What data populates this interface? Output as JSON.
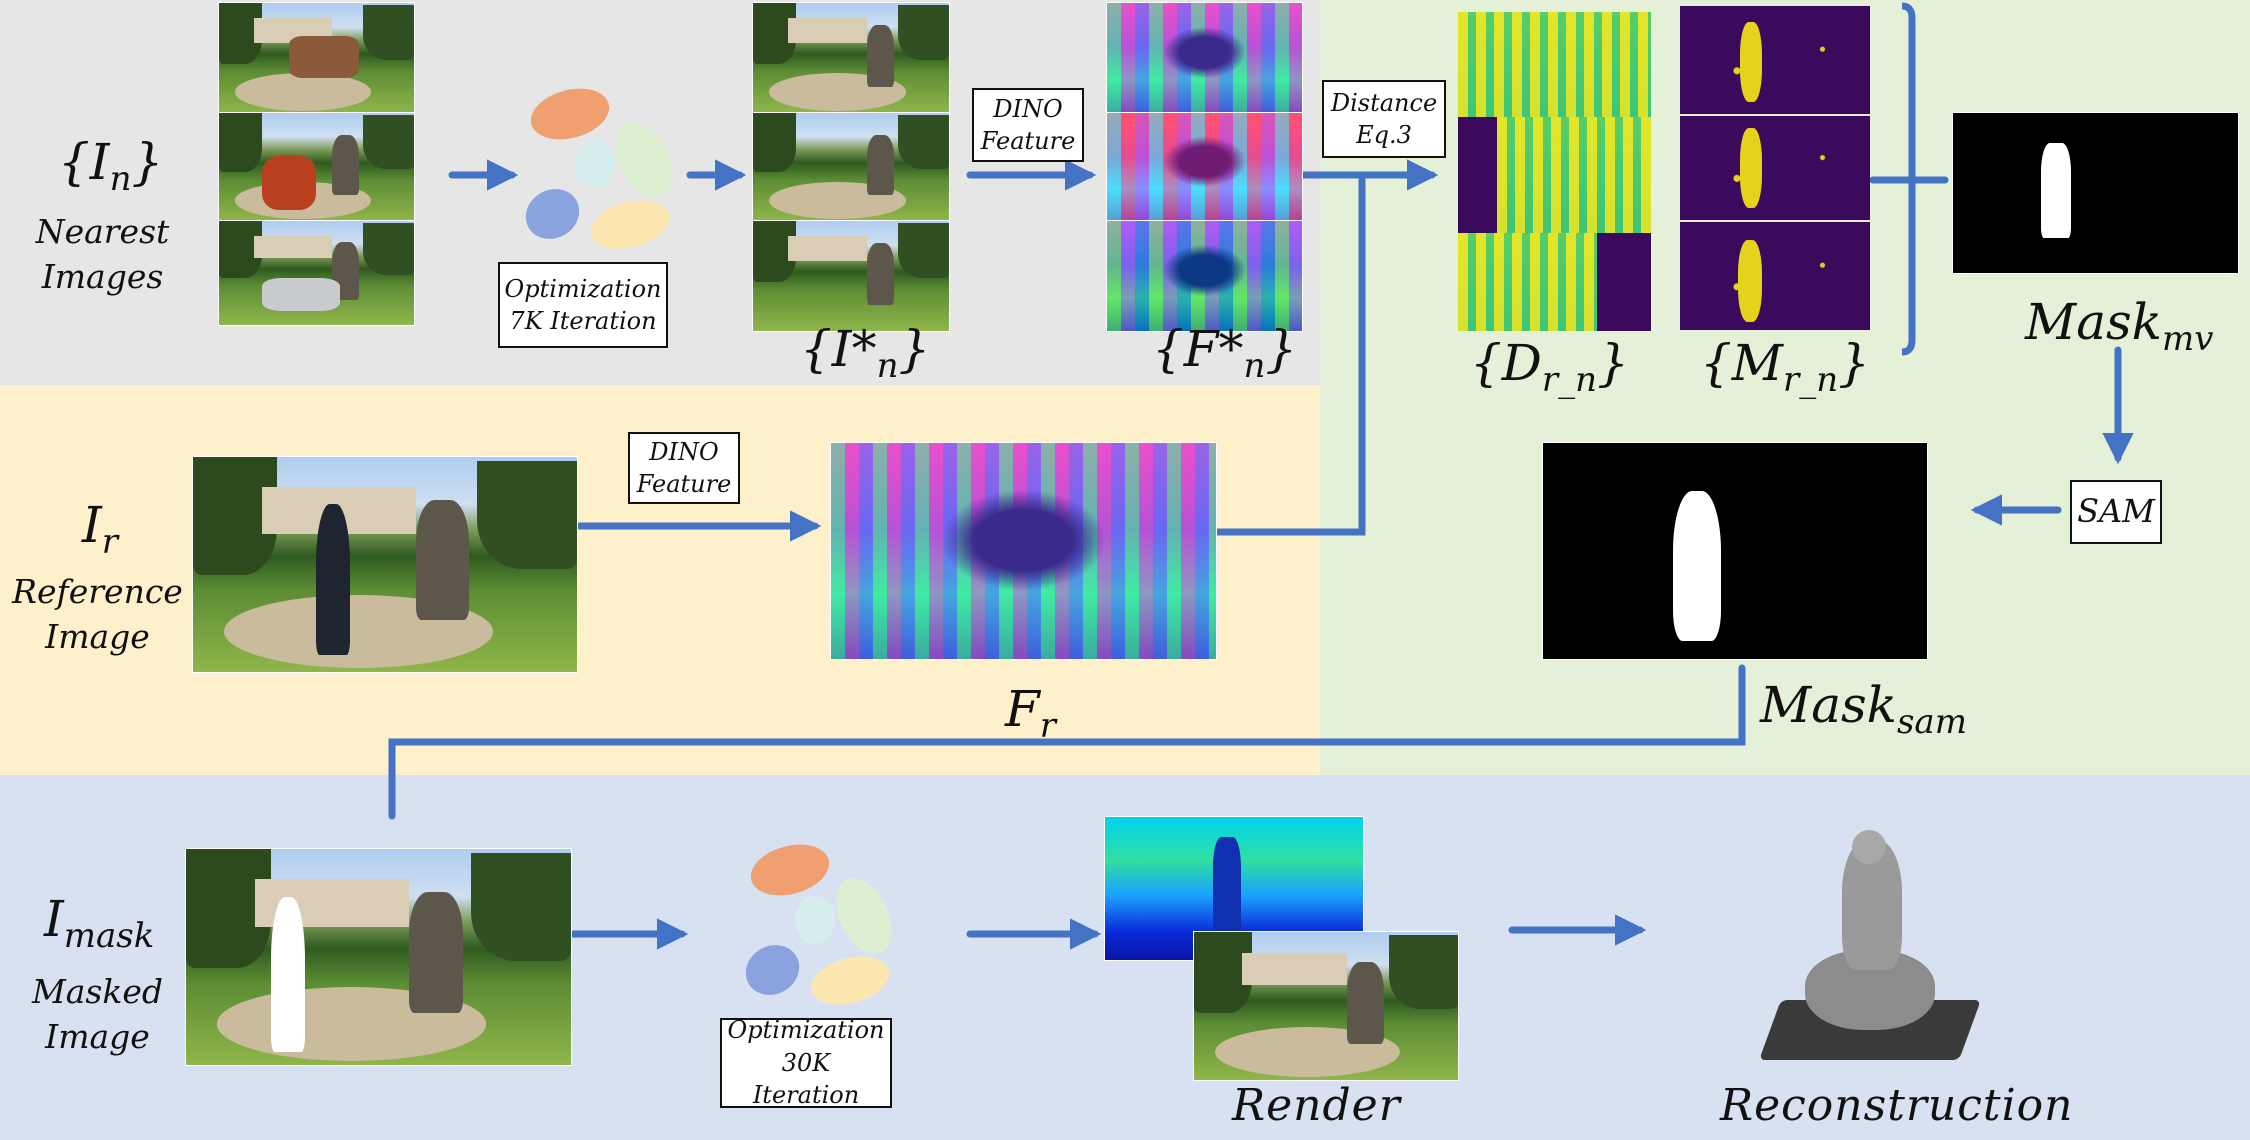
{
  "labels": {
    "nearest_math": "{I",
    "nearest_sub": "n",
    "nearest_tail": "}",
    "nearest_text": "Nearest\nImages",
    "ref_math": "I",
    "ref_sub": "r",
    "ref_text": "Reference\nImage",
    "masked_math": "I",
    "masked_sub": "mask",
    "masked_text": "Masked\nImage",
    "in_star": "{I*",
    "in_star_sub": "n",
    "in_star_tail": "}",
    "fn_star": "{F*",
    "fn_star_sub": "n",
    "fn_star_tail": "}",
    "fr": "F",
    "fr_sub": "r",
    "drn": "{D",
    "drn_sub": "r_n",
    "drn_tail": "}",
    "mrn": "{M",
    "mrn_sub": "r_n",
    "mrn_tail": "}",
    "mask_mv": "Mask",
    "mask_mv_sub": "mv",
    "mask_sam": "Mask",
    "mask_sam_sub": "sam",
    "render": "Render",
    "reconstruction": "Reconstruction"
  },
  "boxes": {
    "opt7k": "Optimization\n7K Iteration",
    "dino_top": "DINO\nFeature",
    "distance": "Distance\nEq.3",
    "dino_mid": "DINO\nFeature",
    "sam": "SAM",
    "opt30k": "Optimization\n30K Iteration"
  },
  "colors": {
    "arrow": "#4472c4",
    "top_region": "#e6e6e6",
    "mid_region": "#fdf0ca",
    "right_region": "#e4f0d8",
    "bottom_region": "#d8e1f2"
  }
}
